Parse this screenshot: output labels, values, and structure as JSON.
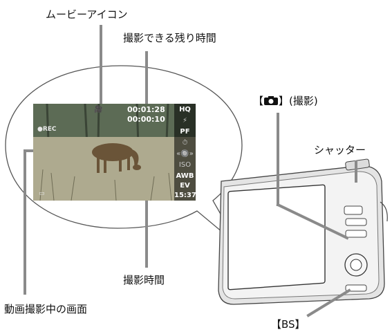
{
  "labels": {
    "movie_icon": "ムービーアイコン",
    "remaining_time": "撮影できる残り時間",
    "shoot_button": "【",
    "shoot_button_suffix": "】(撮影)",
    "shutter": "シャッター",
    "elapsed_time": "撮影時間",
    "screen_during_movie": "動画撮影中の画面",
    "bs_button": "【BS】"
  },
  "screen": {
    "remaining": "00:01:28",
    "elapsed": "00:00:10",
    "rec": "●REC",
    "clock": "15:37",
    "side_icons": [
      "HQ",
      "⚡",
      "PF",
      "⏱",
      "«🔘»",
      "ISO",
      "AWB",
      "EV"
    ]
  },
  "colors": {
    "line": "#8a8a8a",
    "bubble_fill": "#ffffff",
    "camera_body": "#e8e8e8"
  }
}
